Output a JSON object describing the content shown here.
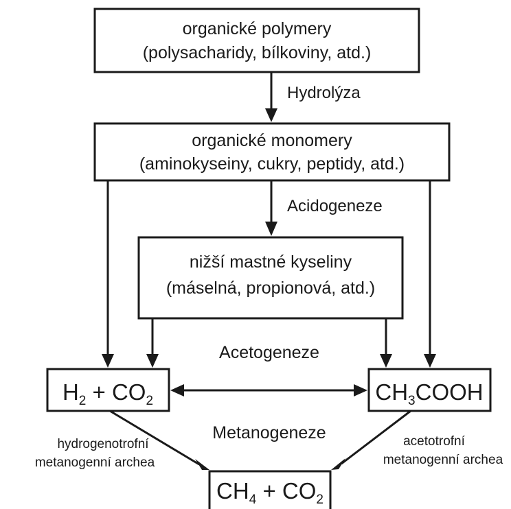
{
  "boxes": {
    "polymers": {
      "line1": "organické polymery",
      "line2": "(polysacharidy, bílkoviny, atd.)"
    },
    "monomers": {
      "line1": "organické monomery",
      "line2": "(aminokyseiny, cukry, peptidy, atd.)"
    },
    "acids": {
      "line1": "nižší mastné kyseliny",
      "line2": "(máselná, propionová, atd.)"
    },
    "h2co2": {
      "a": "H",
      "a_sub": "2",
      "b": " + CO",
      "b_sub": "2"
    },
    "acetic": {
      "a": "CH",
      "a_sub": "3",
      "b": "COOH"
    },
    "ch4co2": {
      "a": "CH",
      "a_sub": "4",
      "b": " + CO",
      "b_sub": "2"
    }
  },
  "stages": {
    "hydrolysis": "Hydrolýza",
    "acidogenesis": "Acidogeneze",
    "acetogenesis": "Acetogeneze",
    "methanogenesis": "Metanogeneze"
  },
  "side_labels": {
    "left_line1": "hydrogenotrofní",
    "left_line2": "metanogenní archea",
    "right_line1": "acetotrofní",
    "right_line2": "metanogenní archea"
  }
}
